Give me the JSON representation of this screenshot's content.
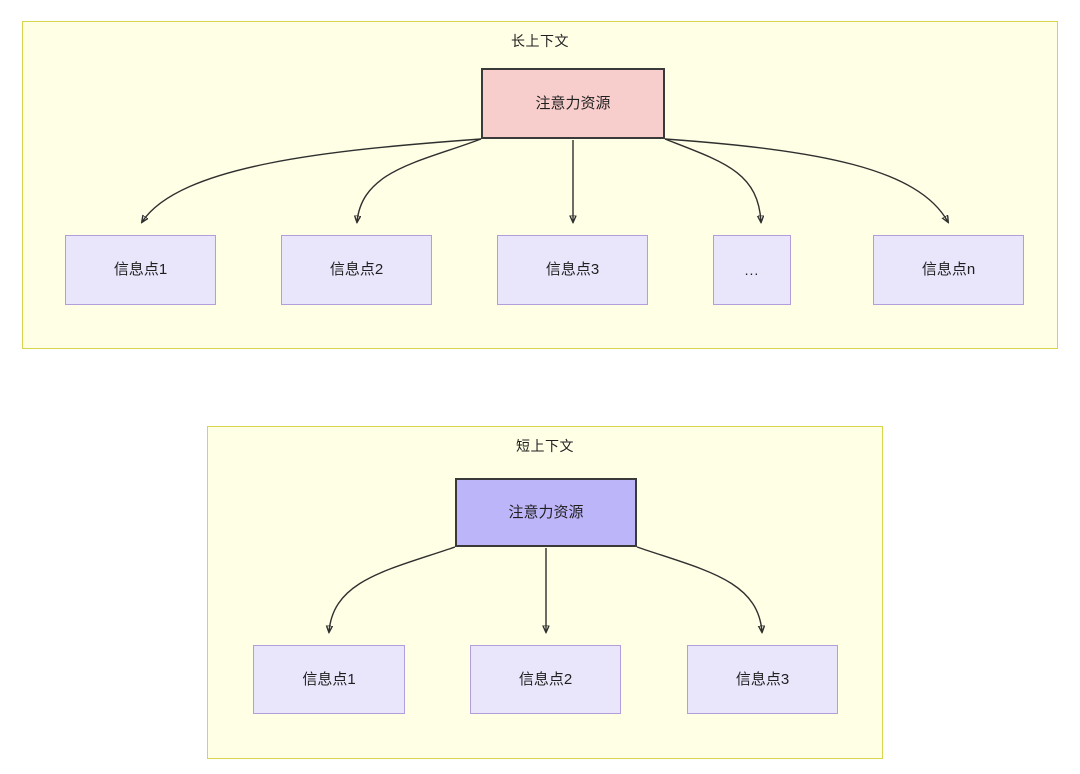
{
  "diagram": {
    "type": "flow-diagram",
    "background": "#ffffff",
    "panel_fill": "#ffffe6",
    "panel_border": "#d6d64d",
    "panels": [
      {
        "id": "long-context",
        "title": "长上下文",
        "root": {
          "label": "注意力资源",
          "fill": "#f8cecc",
          "border": "#3a3a3a"
        },
        "children": [
          {
            "label": "信息点1",
            "fill": "#e9e6fb",
            "border": "#b39ddb"
          },
          {
            "label": "信息点2",
            "fill": "#e9e6fb",
            "border": "#b39ddb"
          },
          {
            "label": "信息点3",
            "fill": "#e9e6fb",
            "border": "#b39ddb"
          },
          {
            "label": "...",
            "fill": "#e9e6fb",
            "border": "#b39ddb"
          },
          {
            "label": "信息点n",
            "fill": "#e9e6fb",
            "border": "#b39ddb"
          }
        ]
      },
      {
        "id": "short-context",
        "title": "短上下文",
        "root": {
          "label": "注意力资源",
          "fill": "#bcb5f9",
          "border": "#3a3a3a"
        },
        "children": [
          {
            "label": "信息点1",
            "fill": "#e9e6fb",
            "border": "#b39ddb"
          },
          {
            "label": "信息点2",
            "fill": "#e9e6fb",
            "border": "#b39ddb"
          },
          {
            "label": "信息点3",
            "fill": "#e9e6fb",
            "border": "#b39ddb"
          }
        ]
      }
    ],
    "edge_color": "#2f2f2f"
  }
}
